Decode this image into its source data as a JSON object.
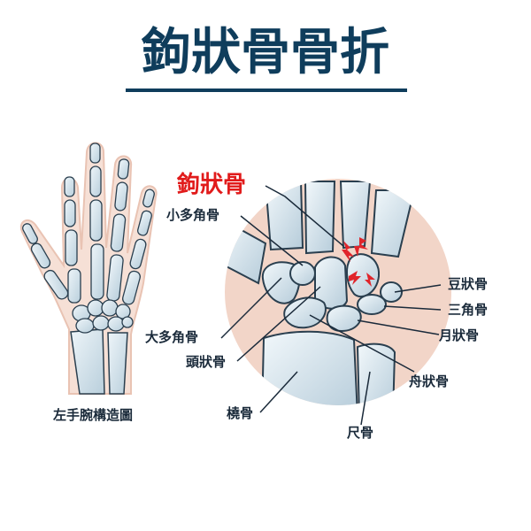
{
  "title": "鉤狀骨骨折",
  "hand_caption": "左手腕構造圖",
  "labels": {
    "hamate": "鉤狀骨",
    "trapezoid": "小多角骨",
    "trapezium": "大多角骨",
    "capitate": "頭狀骨",
    "radius": "橈骨",
    "pisiform": "豆狀骨",
    "triquetrum": "三角骨",
    "lunate": "月狀骨",
    "scaphoid": "舟狀骨",
    "ulna": "尺骨"
  },
  "colors": {
    "title": "#0f3d5c",
    "highlight": "#e11b1b",
    "fracture": "#e0252b",
    "bone": "#d4e3ec",
    "bone_outline": "#2a3f4f",
    "skin": "#f2d5c8"
  }
}
